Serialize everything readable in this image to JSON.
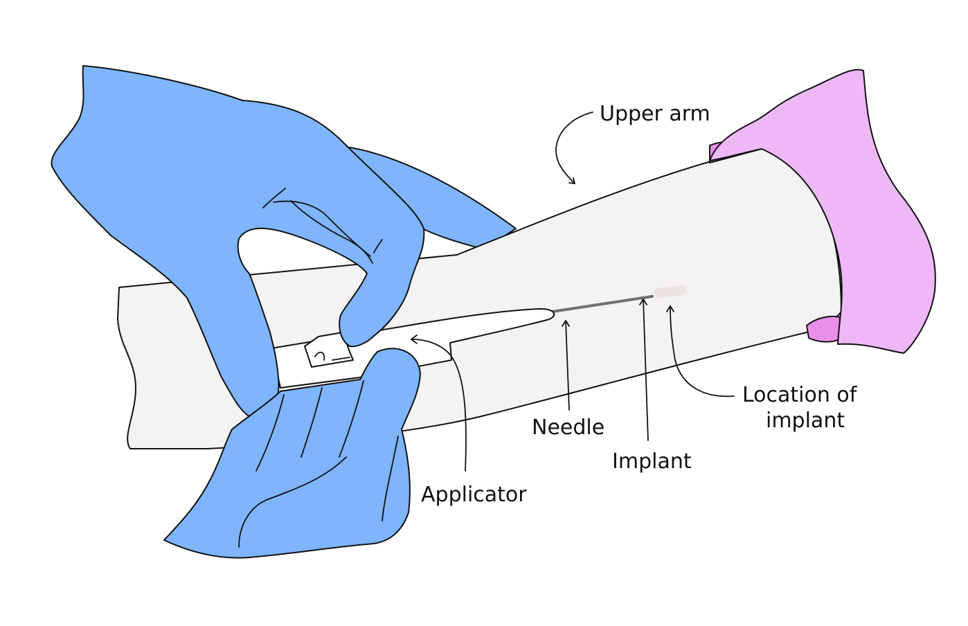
{
  "labels": {
    "upper_arm": "Upper arm",
    "location_line1": "Location of",
    "location_line2": "implant",
    "needle": "Needle",
    "implant": "Implant",
    "applicator": "Applicator"
  },
  "colors": {
    "glove": "#7EB5FC",
    "skin": "#F4F2F3",
    "sleeve": "#EDB8F5",
    "sleeve_inner": "#E98FE8",
    "needle": "#707070",
    "implant": "#ECE3E3",
    "outline": "#111111"
  }
}
